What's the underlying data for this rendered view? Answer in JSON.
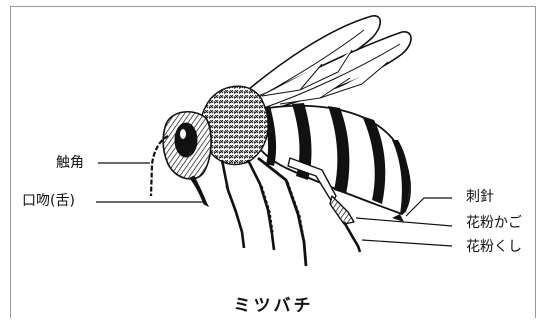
{
  "title": "ミツバチ",
  "labels": {
    "antenna": "触角",
    "mouthparts": "口吻(舌)",
    "stinger": "刺針",
    "pollen_basket": "花粉かご",
    "pollen_comb": "花粉くし"
  },
  "colors": {
    "ink": "#111111",
    "frame": "#9a9a9a",
    "background": "#ffffff"
  }
}
